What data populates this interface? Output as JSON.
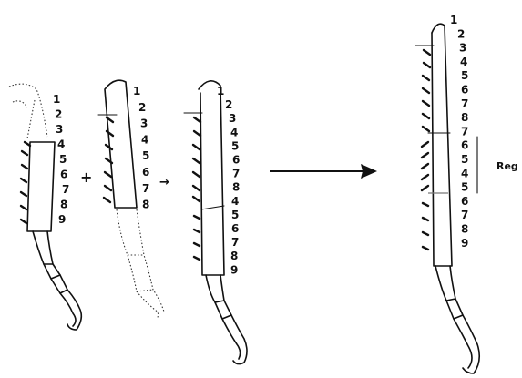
{
  "diagram": {
    "panel1_numbers": [
      "1",
      "2",
      "3",
      "4",
      "5",
      "6",
      "7",
      "8",
      "9"
    ],
    "panel2_numbers": [
      "1",
      "2",
      "3",
      "4",
      "5",
      "6",
      "7",
      "8"
    ],
    "panel3_numbers": [
      "1",
      "2",
      "3",
      "4",
      "5",
      "6",
      "7",
      "8",
      "4",
      "5",
      "6",
      "7",
      "8",
      "9"
    ],
    "panel4_numbers": [
      "1",
      "2",
      "3",
      "4",
      "5",
      "6",
      "7",
      "8",
      "7",
      "6",
      "5",
      "4",
      "5",
      "6",
      "7",
      "8",
      "9"
    ],
    "plus_symbol": "+",
    "small_arrow": "→",
    "region_label": "Reg"
  }
}
